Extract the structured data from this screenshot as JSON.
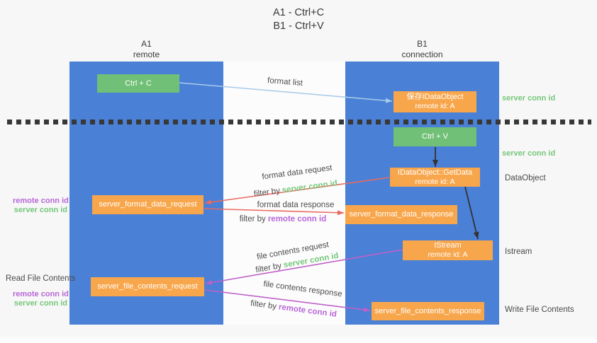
{
  "title": {
    "line1": "A1 - Ctrl+C",
    "line2": "B1 - Ctrl+V"
  },
  "lifelines": {
    "left": {
      "name": "A1",
      "role": "remote"
    },
    "right": {
      "name": "B1",
      "role": "connection"
    }
  },
  "nodes": {
    "ctrl_c": {
      "label": "Ctrl + C"
    },
    "ctrl_v": {
      "label": "Ctrl + V"
    },
    "save_dataobject": {
      "line1": "保存IDataObject",
      "line2": "remote id: A"
    },
    "getdata": {
      "line1": "IDataObject::GetData",
      "line2": "remote id: A"
    },
    "istream": {
      "line1": "IStream",
      "line2": "remote id: A"
    },
    "format_request": {
      "label": "server_format_data_request"
    },
    "format_response": {
      "label": "server_format_data_response"
    },
    "file_request": {
      "label": "server_file_contents_request"
    },
    "file_response": {
      "label": "server_file_contents_response"
    }
  },
  "edges": {
    "format_list": "format list",
    "format_data_request": "format data request",
    "format_data_response": "format data response",
    "file_contents_request": "file contents request",
    "file_contents_response": "file contents response",
    "filter_by": "filter by",
    "server_conn_id": "server conn id",
    "remote_conn_id": "remote conn id"
  },
  "annotations": {
    "server_conn_id_top": "server conn id",
    "server_conn_id_mid": "server conn id",
    "dataobject": "DataObject",
    "istream": "Istream",
    "write_file_contents": "Write File Contents",
    "read_file_contents": "Read File Contents",
    "remote_conn_id": "remote conn id",
    "server_conn_id": "server conn id"
  },
  "colors": {
    "lifeline_blue": "#4a80d6",
    "action_green": "#71c077",
    "message_orange": "#f8a64b",
    "server_conn_green": "#76c77b",
    "remote_conn_purple": "#b767d8",
    "request_red": "#e96a5f",
    "contents_magenta": "#c060c8",
    "format_list_blue": "#a8cbe9",
    "black_arrow": "#333333",
    "background": "#f7f7f7"
  }
}
